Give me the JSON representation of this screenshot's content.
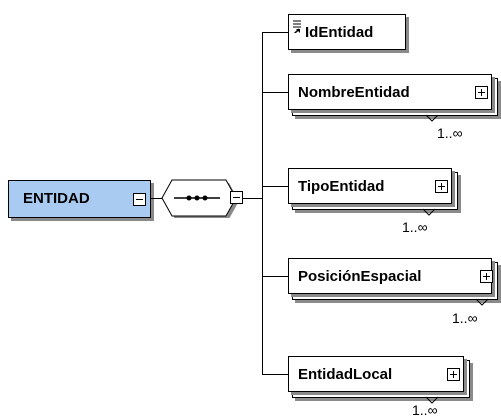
{
  "root": {
    "label": "ENTIDAD",
    "fill_color": "#a9cbf1"
  },
  "compositor": {
    "type": "sequence",
    "symbol": "•••"
  },
  "children": [
    {
      "label": "IdEntidad",
      "kind": "attribute",
      "multiplicity": ""
    },
    {
      "label": "NombreEntidad",
      "kind": "element",
      "multiplicity": "1..∞"
    },
    {
      "label": "TipoEntidad",
      "kind": "element",
      "multiplicity": "1..∞"
    },
    {
      "label": "PosiciónEspacial",
      "kind": "element",
      "multiplicity": "1..∞"
    },
    {
      "label": "EntidadLocal",
      "kind": "element",
      "multiplicity": "1..∞"
    }
  ]
}
